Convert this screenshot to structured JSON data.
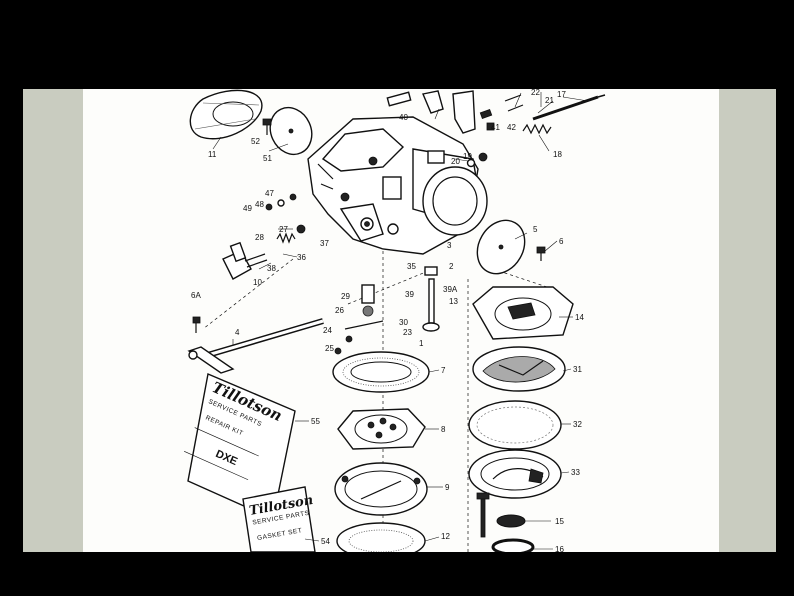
{
  "labels": {
    "p1": "1",
    "p2": "2",
    "p3": "3",
    "p4": "4",
    "p5": "5",
    "p6": "6",
    "p6a": "6A",
    "p7": "7",
    "p8": "8",
    "p9": "9",
    "p10": "10",
    "p11": "11",
    "p12": "12",
    "p13": "13",
    "p14": "14",
    "p15": "15",
    "p16": "16",
    "p17": "17",
    "p18": "18",
    "p19": "19",
    "p20": "20",
    "p21": "21",
    "p22": "22",
    "p23": "23",
    "p24": "24",
    "p25": "25",
    "p26": "26",
    "p27": "27",
    "p28": "28",
    "p29": "29",
    "p30": "30",
    "p31": "31",
    "p32": "32",
    "p33": "33",
    "p35": "35",
    "p36": "36",
    "p37": "37",
    "p38": "38",
    "p39": "39",
    "p39a": "39A",
    "p40": "40",
    "p41": "41",
    "p42": "42",
    "p47": "47",
    "p48": "48",
    "p49": "49",
    "p51": "51",
    "p52": "52",
    "p54": "54",
    "p55": "55"
  },
  "repair_kit": {
    "brand": "Tillotson",
    "line1": "SERVICE PARTS",
    "line2": "REPAIR KIT",
    "logo": "DXE"
  },
  "gasket_set": {
    "brand": "Tillotson",
    "line1": "SERVICE PARTS",
    "line2": "GASKET SET"
  }
}
